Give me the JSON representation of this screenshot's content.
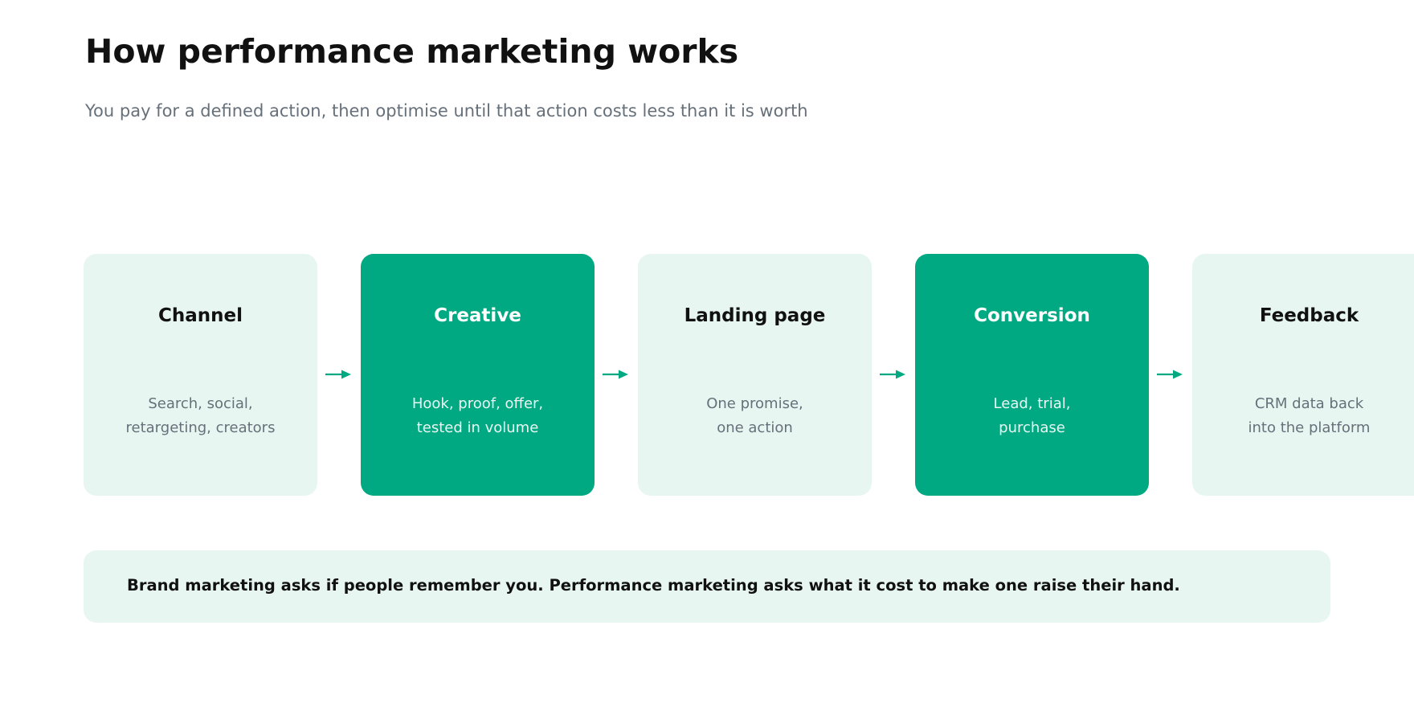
{
  "header": {
    "title": "How performance marketing works",
    "subtitle": "You pay for a defined action, then optimise until that action costs less than it is worth"
  },
  "colors": {
    "accent": "#00a982",
    "accent_soft": "#e8f6f1",
    "text_dark": "#111111",
    "text_muted": "#66707a"
  },
  "steps": [
    {
      "title": "Channel",
      "description": "Search, social,\nretargeting, creators",
      "highlighted": false
    },
    {
      "title": "Creative",
      "description": "Hook, proof, offer,\ntested in volume",
      "highlighted": true
    },
    {
      "title": "Landing page",
      "description": "One promise,\none action",
      "highlighted": false
    },
    {
      "title": "Conversion",
      "description": "Lead, trial,\npurchase",
      "highlighted": true
    },
    {
      "title": "Feedback",
      "description": "CRM data back\ninto the platform",
      "highlighted": false
    }
  ],
  "connectors": [
    "arrow-right-icon",
    "arrow-right-icon",
    "arrow-right-icon",
    "arrow-right-icon"
  ],
  "note": {
    "text": "Brand marketing asks if people remember you. Performance marketing asks what it cost to make one raise their hand."
  }
}
